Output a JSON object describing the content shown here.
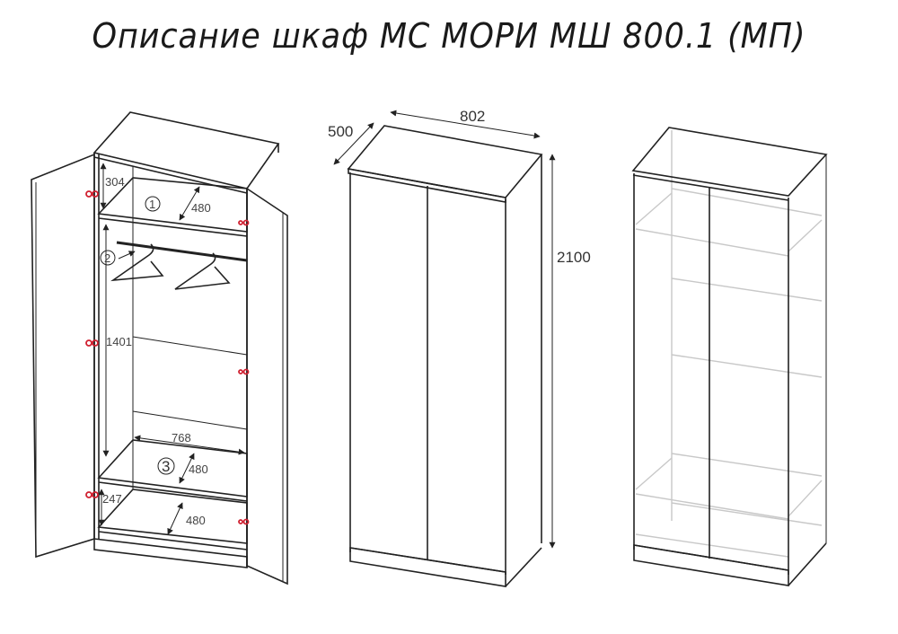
{
  "title": "Описание шкаф МС МОРИ МШ 800.1 (МП)",
  "views": {
    "open_view": {
      "dimensions": {
        "top_section_height": "304",
        "hanging_section_height": "1401",
        "bottom_section_height": "247",
        "shelf_width": "768",
        "shelf_1_depth": "480",
        "shelf_3_depth": "480",
        "bottom_depth": "480"
      },
      "labels": {
        "shelf_1": "1",
        "rail_2": "2",
        "shelf_3": "3"
      }
    },
    "closed_view": {
      "dimensions": {
        "width": "802",
        "depth": "500",
        "height": "2100"
      }
    },
    "transparent_view": {}
  },
  "colors": {
    "line": "#222222",
    "ghost": "#c8c8c8",
    "hinge": "#d02030"
  }
}
